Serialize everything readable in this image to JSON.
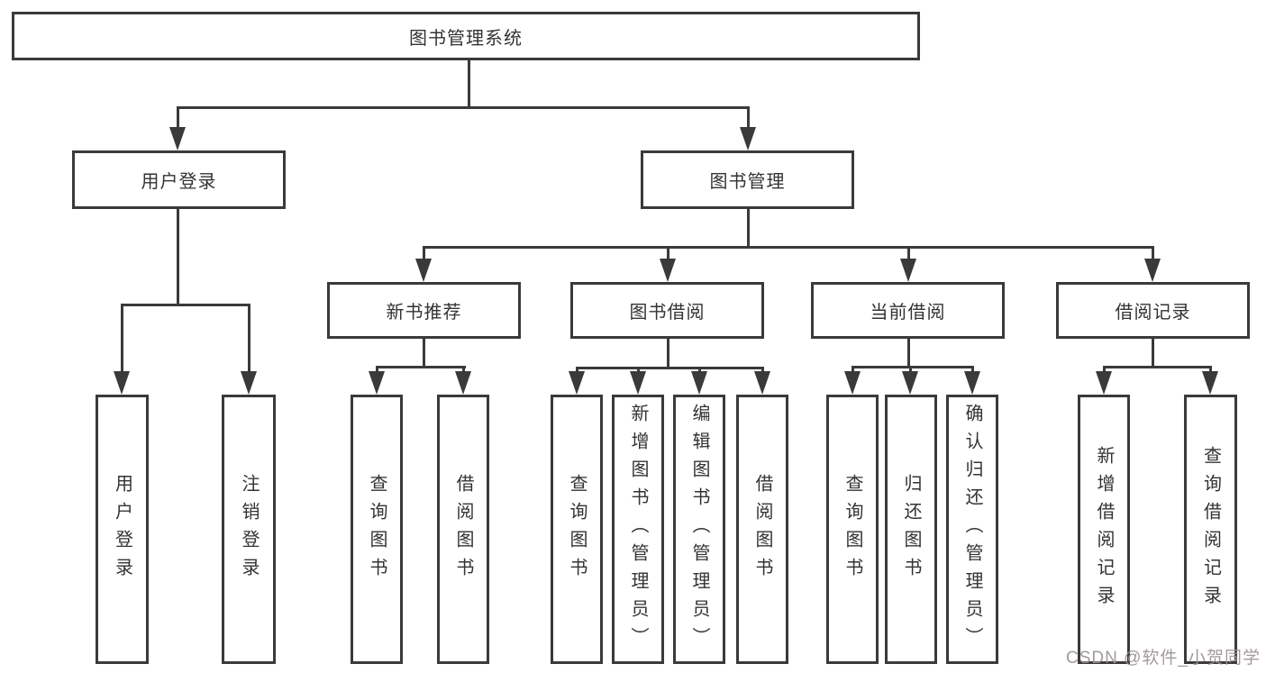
{
  "diagram": {
    "title_node": "图书管理系统",
    "level2": [
      "用户登录",
      "图书管理"
    ],
    "level3": [
      "新书推荐",
      "图书借阅",
      "当前借阅",
      "借阅记录"
    ],
    "level4": {
      "user_login": [
        "用户登录",
        "注销登录"
      ],
      "new_book": [
        "查询图书",
        "借阅图书"
      ],
      "book_borrow": [
        "查询图书",
        "新增图书（管理员）",
        "编辑图书（管理员）",
        "借阅图书"
      ],
      "current_borrow": [
        "查询图书",
        "归还图书",
        "确认归还（管理员）"
      ],
      "borrow_records": [
        "新增借阅记录",
        "查询借阅记录"
      ]
    },
    "watermark": "CSDN @软件_小贺同学",
    "colors": {
      "line": "#3a3a3a",
      "text": "#333333",
      "background": "#ffffff",
      "watermark": "#9e9595"
    }
  }
}
